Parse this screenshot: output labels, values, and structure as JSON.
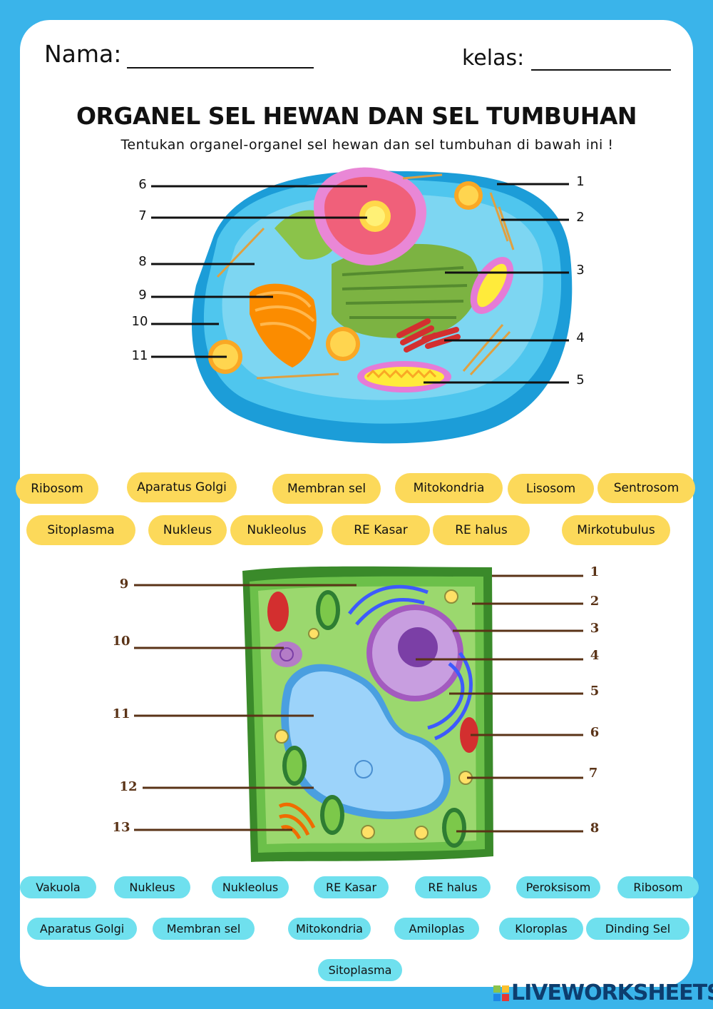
{
  "header": {
    "name_label": "Nama:",
    "class_label": "kelas:"
  },
  "title": "ORGANEL SEL HEWAN DAN SEL TUMBUHAN",
  "instruction": "Tentukan organel-organel sel hewan dan sel tumbuhan di bawah ini !",
  "animal_cell": {
    "left_numbers": [
      "6",
      "7",
      "8",
      "9",
      "10",
      "11"
    ],
    "right_numbers": [
      "1",
      "2",
      "3",
      "4",
      "5"
    ],
    "options_row1": [
      "Ribosom",
      "Aparatus Golgi",
      "Membran sel",
      "Mitokondria",
      "Lisosom",
      "Sentrosom"
    ],
    "options_row2": [
      "Sitoplasma",
      "Nukleus",
      "Nukleolus",
      "RE Kasar",
      "RE halus",
      "Mirkotubulus"
    ]
  },
  "plant_cell": {
    "left_numbers": [
      "9",
      "10",
      "11",
      "12",
      "13"
    ],
    "right_numbers": [
      "1",
      "2",
      "3",
      "4",
      "5",
      "6",
      "7",
      "8"
    ],
    "options_row1": [
      "Vakuola",
      "Nukleus",
      "Nukleolus",
      "RE Kasar",
      "RE halus",
      "Peroksisom",
      "Ribosom"
    ],
    "options_row2": [
      "Aparatus Golgi",
      "Membran sel",
      "Mitokondria",
      "Amiloplas",
      "Kloroplas",
      "Dinding Sel"
    ],
    "options_row3": [
      "Sitoplasma"
    ]
  },
  "footer": {
    "logo_text": "LIVEWORKSHEETS"
  },
  "colors": {
    "background": "#3ab4ea",
    "animal_pill": "#fcd95a",
    "plant_pill": "#6fe0ee"
  }
}
